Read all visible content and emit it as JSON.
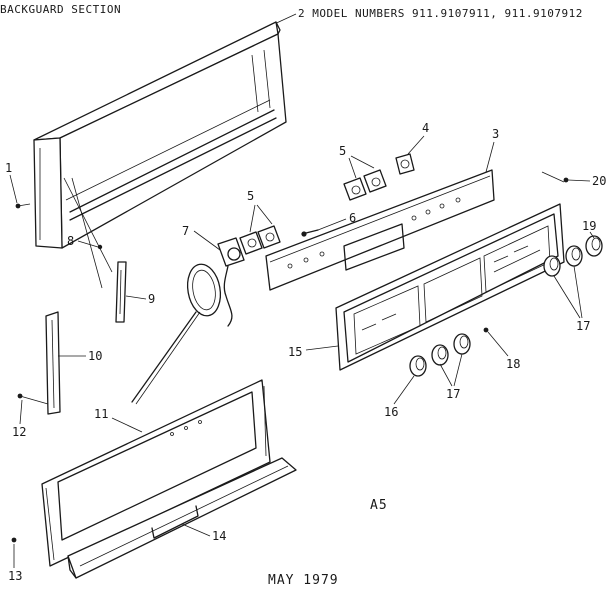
{
  "header": {
    "section_title": "BACKGUARD SECTION",
    "model_caption": "2 MODEL NUMBERS 911.9107911, 911.9107912"
  },
  "page_code": "A5",
  "date": "MAY 1979",
  "callouts": {
    "c1": "1",
    "c3": "3",
    "c4": "4",
    "c5a": "5",
    "c5b": "5",
    "c6": "6",
    "c7": "7",
    "c8": "8",
    "c9": "9",
    "c10": "10",
    "c11": "11",
    "c12": "12",
    "c13": "13",
    "c14": "14",
    "c15": "15",
    "c16": "16",
    "c17a": "17",
    "c17b": "17",
    "c18": "18",
    "c19": "19",
    "c20": "20"
  }
}
